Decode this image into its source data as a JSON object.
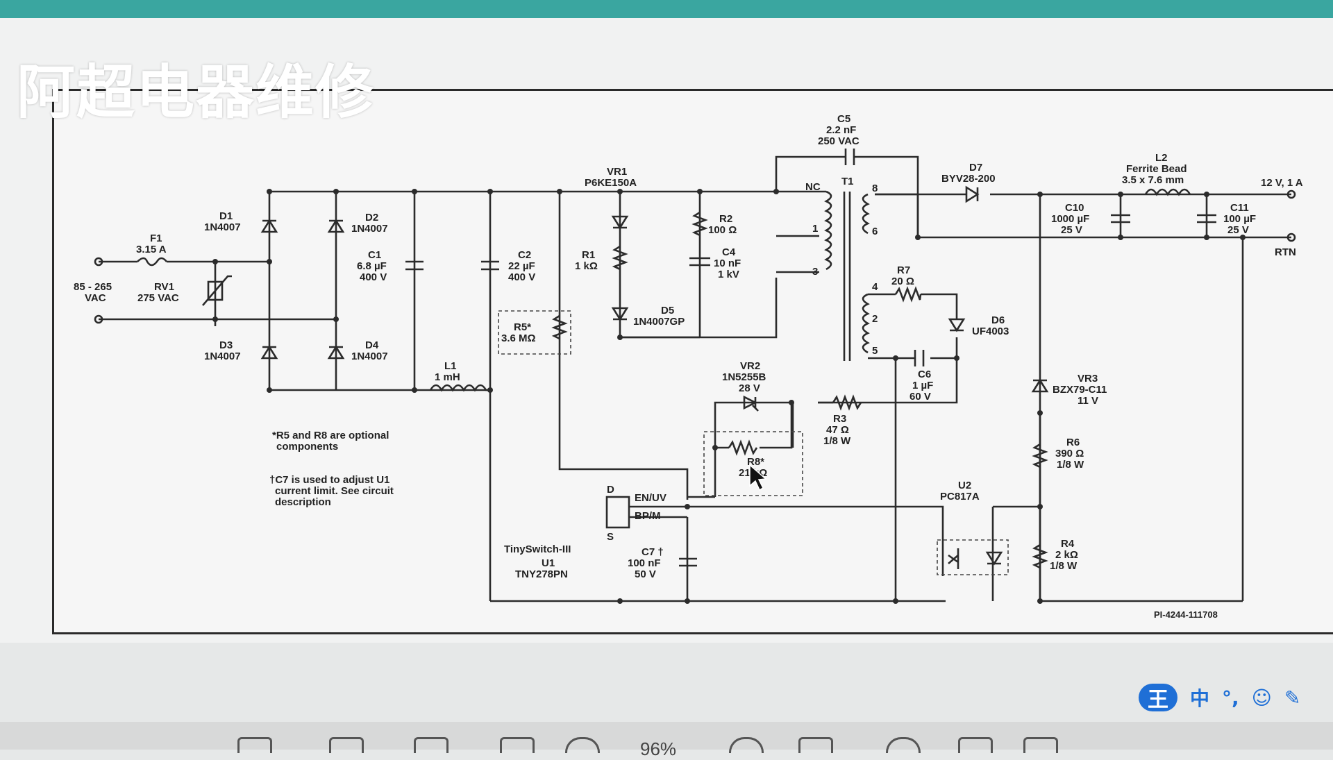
{
  "watermark": "阿超电器维修",
  "schematic": {
    "labels": {
      "input": [
        "85 - 265",
        "VAC"
      ],
      "f1": [
        "F1",
        "3.15 A"
      ],
      "rv1": [
        "RV1",
        "275 VAC"
      ],
      "d1": [
        "D1",
        "1N4007"
      ],
      "d2": [
        "D2",
        "1N4007"
      ],
      "d3": [
        "D3",
        "1N4007"
      ],
      "d4": [
        "D4",
        "1N4007"
      ],
      "c1": [
        "C1",
        "6.8 µF",
        "400 V"
      ],
      "c2": [
        "C2",
        "22 µF",
        "400 V"
      ],
      "l1": [
        "L1",
        "1 mH"
      ],
      "r5": [
        "R5*",
        "3.6 MΩ"
      ],
      "vr1": [
        "VR1",
        "P6KE150A"
      ],
      "r1": [
        "R1",
        "1 kΩ"
      ],
      "r2": [
        "R2",
        "100 Ω"
      ],
      "c4": [
        "C4",
        "10 nF",
        "1 kV"
      ],
      "d5": [
        "D5",
        "1N4007GP"
      ],
      "c5": [
        "C5",
        "2.2 nF",
        "250 VAC"
      ],
      "t1": [
        "T1",
        "NC"
      ],
      "pins": [
        "8",
        "6",
        "1",
        "3",
        "4",
        "2",
        "5"
      ],
      "d7": [
        "D7",
        "BYV28-200"
      ],
      "l2": [
        "L2",
        "Ferrite Bead",
        "3.5 x 7.6 mm"
      ],
      "c10": [
        "C10",
        "1000 µF",
        "25 V"
      ],
      "c11": [
        "C11",
        "100 µF",
        "25 V"
      ],
      "out": [
        "12 V, 1 A",
        "RTN"
      ],
      "r7": [
        "R7",
        "20 Ω"
      ],
      "d6": [
        "D6",
        "UF4003"
      ],
      "c6": [
        "C6",
        "1 µF",
        "60 V"
      ],
      "vr2": [
        "VR2",
        "1N5255B",
        "28 V"
      ],
      "r3": [
        "R3",
        "47 Ω",
        "1/8 W"
      ],
      "r8": [
        "R8*",
        "21 kΩ"
      ],
      "vr3": [
        "VR3",
        "BZX79-C11",
        "11 V"
      ],
      "r6": [
        "R6",
        "390 Ω",
        "1/8 W"
      ],
      "u2": [
        "U2",
        "PC817A"
      ],
      "r4": [
        "R4",
        "2 kΩ",
        "1/8 W"
      ],
      "u1": [
        "TinySwitch-III",
        "U1",
        "TNY278PN"
      ],
      "u1pins": [
        "D",
        "S",
        "EN/UV",
        "BP/M"
      ],
      "c7": [
        "C7 †",
        "100 nF",
        "50 V"
      ],
      "note1": [
        "*R5 and R8 are optional",
        "components"
      ],
      "note2": [
        "†C7 is used to adjust U1",
        "current limit. See circuit",
        "description"
      ],
      "ref": "PI-4244-111708"
    }
  },
  "ime_bar": {
    "logo": "王",
    "items": [
      "中",
      "°,",
      "☺",
      "✎"
    ]
  },
  "toolbar": {
    "zoom": "96%"
  }
}
